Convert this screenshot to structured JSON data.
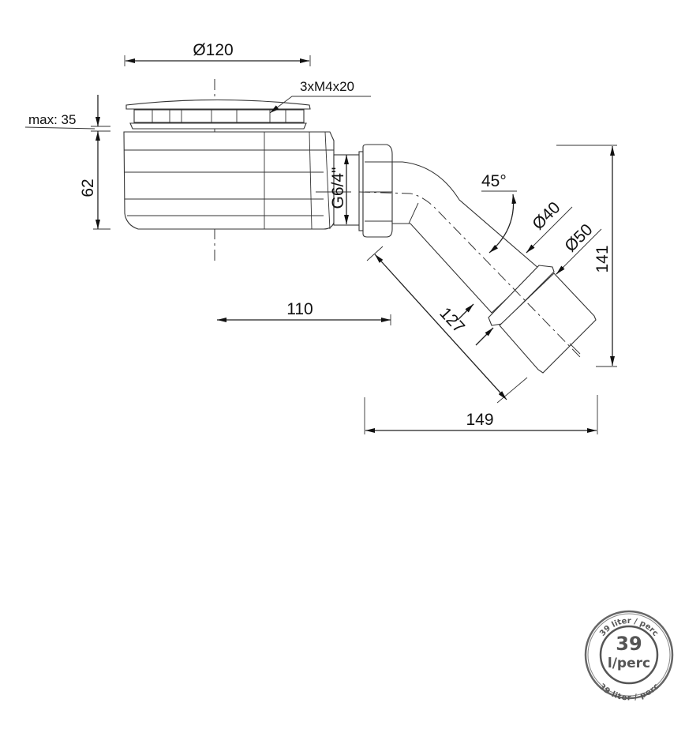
{
  "drawing": {
    "dimensions": {
      "top_diameter": "Ø120",
      "screws": "3xM4x20",
      "max_height": "max: 35",
      "body_height": "62",
      "thread": "G6/4\"",
      "angle": "45°",
      "pipe_inner": "Ø40",
      "pipe_outer": "Ø50",
      "pipe_length": "127",
      "total_height": "141",
      "offset": "110",
      "total_width": "149"
    }
  },
  "badge": {
    "ring_text_top": "39 liter / perc",
    "value": "39",
    "unit": "l/perc",
    "ring_text_bottom": "39 liter / perc",
    "color": "#555555"
  }
}
